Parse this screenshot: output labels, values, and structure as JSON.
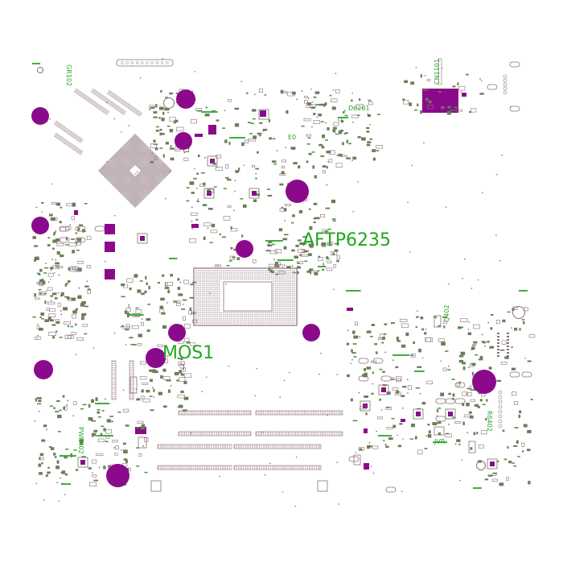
{
  "labels": {
    "main_ic": "AFTP6235",
    "mos": "MOS1",
    "top_right": "D6201",
    "e0": "E0",
    "gr102": "GR102",
    "cn_right": "CN1101",
    "jvr": "JVR",
    "pwr402": "PWR402",
    "r6402": "R6402",
    "q402": "Q402"
  },
  "colors": {
    "pad": "#8b0a8b",
    "outline": "#8a6f7a",
    "silk": "#22aa22",
    "component": "#6b7d55"
  }
}
